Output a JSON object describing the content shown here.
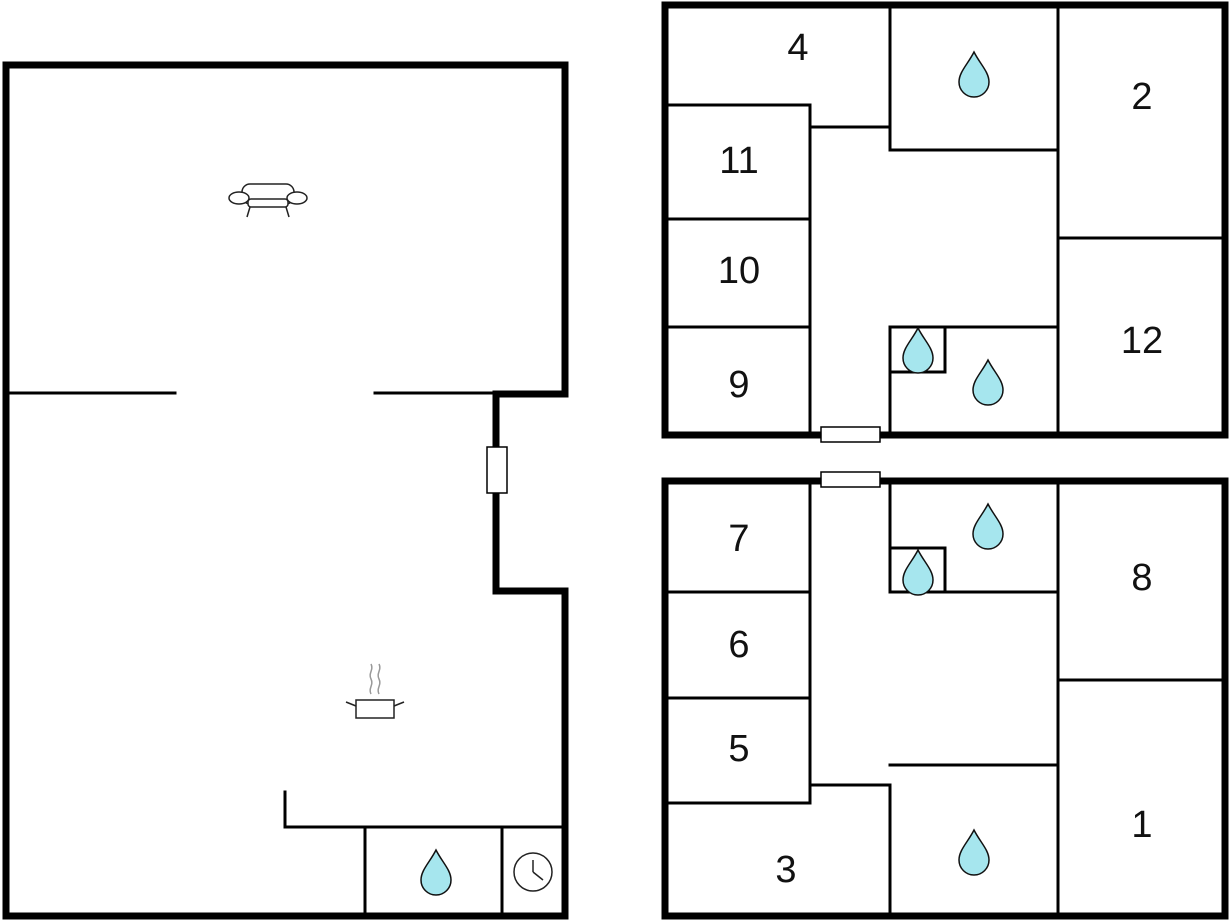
{
  "colors": {
    "background": "#ffffff",
    "wall": "#000000",
    "water_fill": "#a6e6ee"
  },
  "main_floor": {
    "icons": [
      "sofa-icon",
      "cooking-pot-icon",
      "water-drop-icon",
      "clock-icon"
    ]
  },
  "upper_block": {
    "rooms": [
      {
        "id": "room-4",
        "label": "4"
      },
      {
        "id": "room-2",
        "label": "2"
      },
      {
        "id": "room-11",
        "label": "11"
      },
      {
        "id": "room-10",
        "label": "10"
      },
      {
        "id": "room-9",
        "label": "9"
      },
      {
        "id": "room-12",
        "label": "12"
      }
    ],
    "icons": [
      "water-drop-icon",
      "water-drop-icon",
      "water-drop-icon"
    ]
  },
  "lower_block": {
    "rooms": [
      {
        "id": "room-7",
        "label": "7"
      },
      {
        "id": "room-6",
        "label": "6"
      },
      {
        "id": "room-5",
        "label": "5"
      },
      {
        "id": "room-3",
        "label": "3"
      },
      {
        "id": "room-8",
        "label": "8"
      },
      {
        "id": "room-1",
        "label": "1"
      }
    ],
    "icons": [
      "water-drop-icon",
      "water-drop-icon",
      "water-drop-icon"
    ]
  }
}
